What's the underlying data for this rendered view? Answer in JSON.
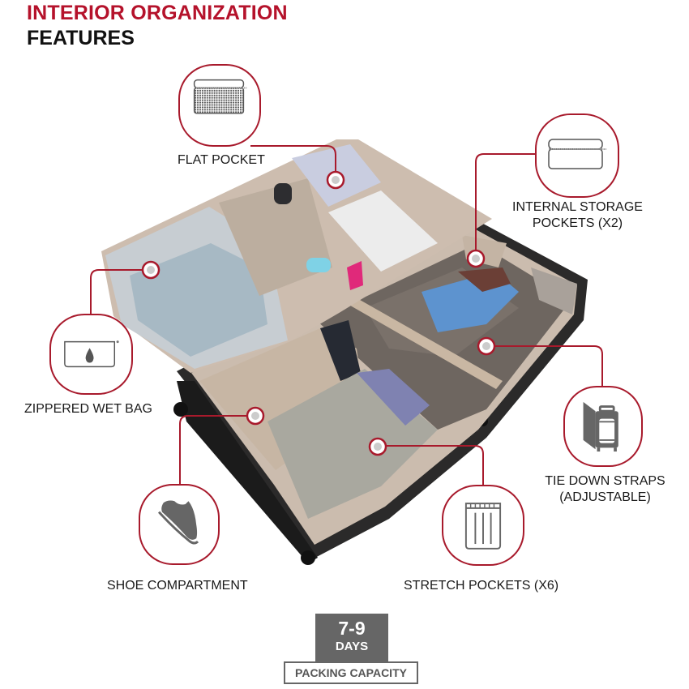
{
  "header": {
    "title_line1": "INTERIOR ORGANIZATION",
    "title_line2": "FEATURES",
    "accent_color": "#b5122b"
  },
  "features": [
    {
      "label": "FLAT POCKET",
      "icon": "mesh-pocket-icon"
    },
    {
      "label_line1": "INTERNAL STORAGE",
      "label_line2": "POCKETS (X2)",
      "icon": "zipper-pouch-icon"
    },
    {
      "label": "ZIPPERED WET BAG",
      "icon": "water-drop-bag-icon"
    },
    {
      "label_line1": "TIE DOWN STRAPS",
      "label_line2": "(ADJUSTABLE)",
      "icon": "open-suitcase-icon"
    },
    {
      "label": "SHOE COMPARTMENT",
      "icon": "shoe-icon"
    },
    {
      "label": "STRETCH POCKETS (X6)",
      "icon": "stretch-pocket-icon"
    }
  ],
  "capacity": {
    "range": "7-9",
    "unit": "DAYS",
    "label": "PACKING CAPACITY"
  },
  "image": {
    "alt": "Open rolling garment luggage showing packed interior compartments"
  }
}
